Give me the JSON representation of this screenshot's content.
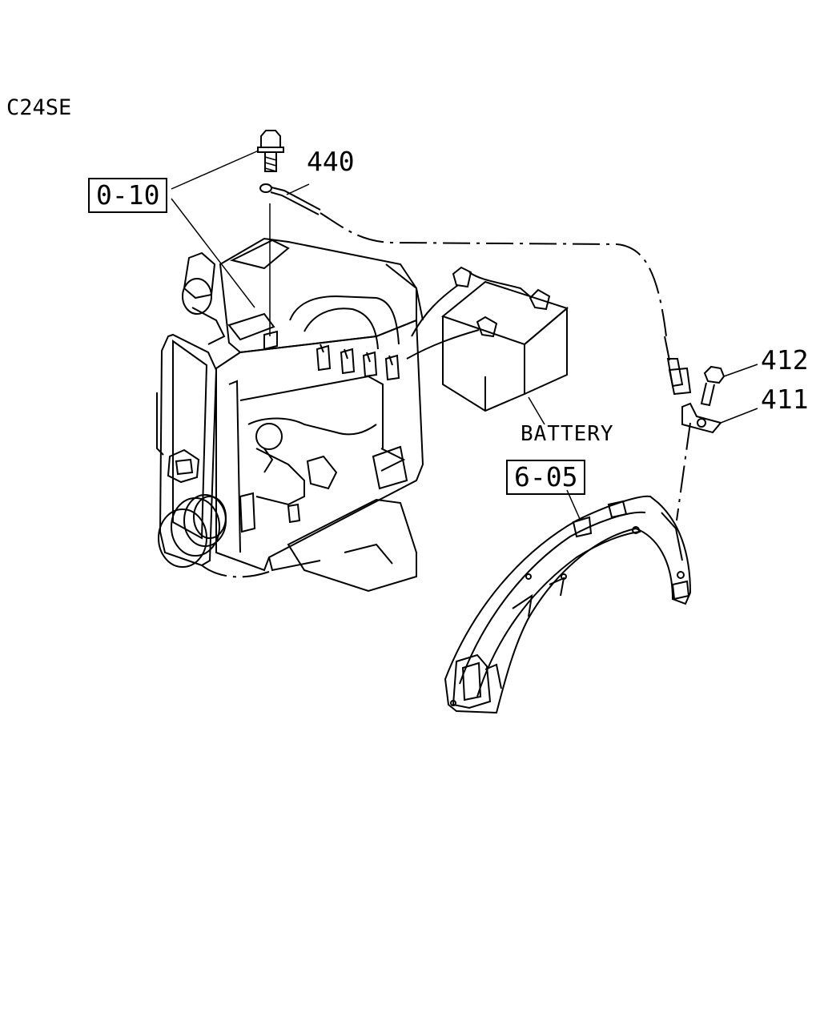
{
  "model_code": "C24SE",
  "references": {
    "engine_ref": "0-10",
    "fender_ref": "6-05"
  },
  "part_numbers": {
    "cable": "440",
    "bolt": "412",
    "bracket": "411"
  },
  "battery_label": "BATTERY"
}
